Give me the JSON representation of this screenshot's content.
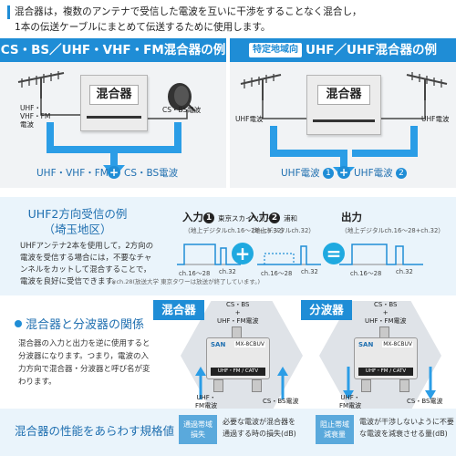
{
  "intro": {
    "line1": "混合器は，複数のアンテナで受信した電波を互いに干渉をすることなく混合し，",
    "line2": "1本の伝送ケーブルにまとめて伝送するために使用します。"
  },
  "left_panel": {
    "header": "CS・BS／UHF・VHF・FM混合器の例",
    "device_label": "混合器",
    "antenna_uhf_label": "UHF・VHF・FM電波",
    "dish_label": "CS・BS電波",
    "output_a": "UHF・VHF・FM",
    "output_b": "CS・BS電波",
    "plus": "+"
  },
  "right_panel": {
    "tag": "特定地域向",
    "header": "UHF／UHF混合器の例",
    "device_label": "混合器",
    "uhf_label": "UHF電波",
    "output_a": "UHF電波",
    "output_a_num": "1",
    "output_b": "UHF電波",
    "output_b_num": "2",
    "plus": "+"
  },
  "example": {
    "title_line1": "UHF2方向受信の例",
    "title_line2": "（埼玉地区）",
    "body": "UHFアンテナ2本を使用して，2方向の電波を受信する場合には，不要なチャンネルをカットして混合することで，電波を良好に受信できます。",
    "note": "※ch.28(放送大学 東京タワーは放送が終了しています。)",
    "input1": {
      "label": "入力",
      "num": "1",
      "sub": "東京スカイツリー",
      "cap": "（地上デジタルch.16〜28+ch.32）",
      "axis_a": "ch.16〜28",
      "axis_b": "ch.32"
    },
    "input2": {
      "label": "入力",
      "num": "2",
      "sub": "浦和",
      "cap": "（地上デジタルch.32）",
      "axis_a": "ch.16〜28",
      "axis_b": "ch.32"
    },
    "output": {
      "label": "出力",
      "cap": "（地上デジタルch.16〜28+ch.32）",
      "axis_a": "ch.16〜28",
      "axis_b": "ch.32"
    },
    "plus": "+",
    "equals": "="
  },
  "relation": {
    "title": "混合器と分波器の関係",
    "body": "混合器の入力と出力を逆に使用すると分波器になります。つまり，電波の入力方向で混合器・分波器と呼び名が変わります。"
  },
  "mixer_demo": {
    "label": "混合器",
    "top_label": "CS・BS\n+\nUHF・FM電波",
    "bottom_left": "UHF・\nFM電波",
    "bottom_right": "CS・BS電波",
    "brand": "SAN",
    "model": "MX-8CBUV",
    "dir": "UHF・FM / CATV"
  },
  "splitter_demo": {
    "label": "分波器",
    "top_label": "CS・BS\n+\nUHF・FM電波",
    "bottom_left": "UHF・\nFM電波",
    "bottom_right": "CS・BS電波",
    "brand": "SAN",
    "model": "MX-8CBUV",
    "dir": "UHF・FM / CATV"
  },
  "performance": {
    "title": "混合器の性能をあらわす規格値",
    "badge1": "通過帯域\n損失",
    "text1": "必要な電波が混合器を\n通過する時の損失(dB)",
    "badge2": "阻止帯域\n減衰量",
    "text2": "電波が干渉しないように不要\nな電波を減衰させる量(dB)"
  },
  "colors": {
    "accent": "#1f8dd6",
    "arrow": "#2b9de6",
    "panel": "#f1f3f5"
  }
}
